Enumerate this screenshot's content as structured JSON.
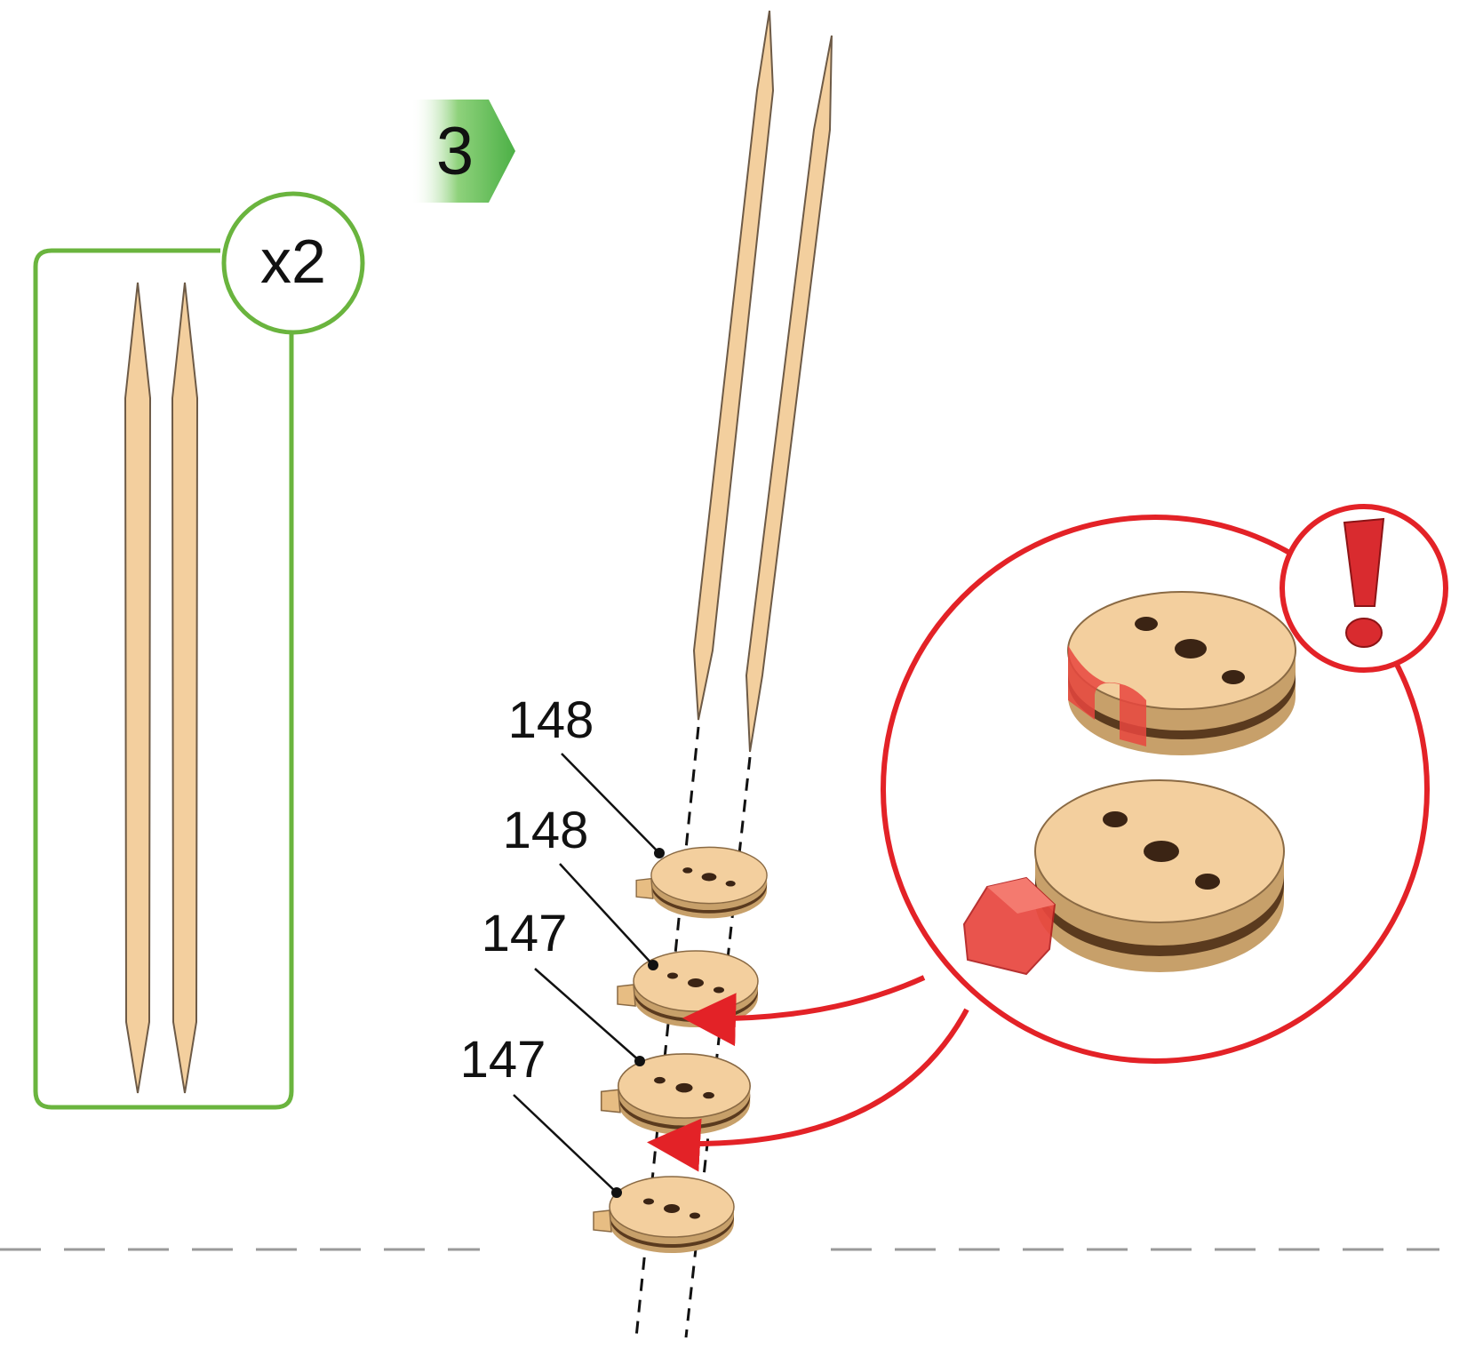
{
  "step": {
    "number": "3"
  },
  "parts_box": {
    "quantity": "x2",
    "item": "wooden-skewer",
    "count": 2
  },
  "labels": [
    {
      "text": "148"
    },
    {
      "text": "148"
    },
    {
      "text": "147"
    },
    {
      "text": "147"
    }
  ],
  "callout": {
    "icon": "exclamation-icon",
    "meaning": "attention-orientation"
  },
  "colors": {
    "frame_green": "#6ab43e",
    "step_green": "#58b84a",
    "alert_red": "#e32227",
    "wood": "#f3cf9e",
    "wood_dark": "#5a3a1e"
  }
}
